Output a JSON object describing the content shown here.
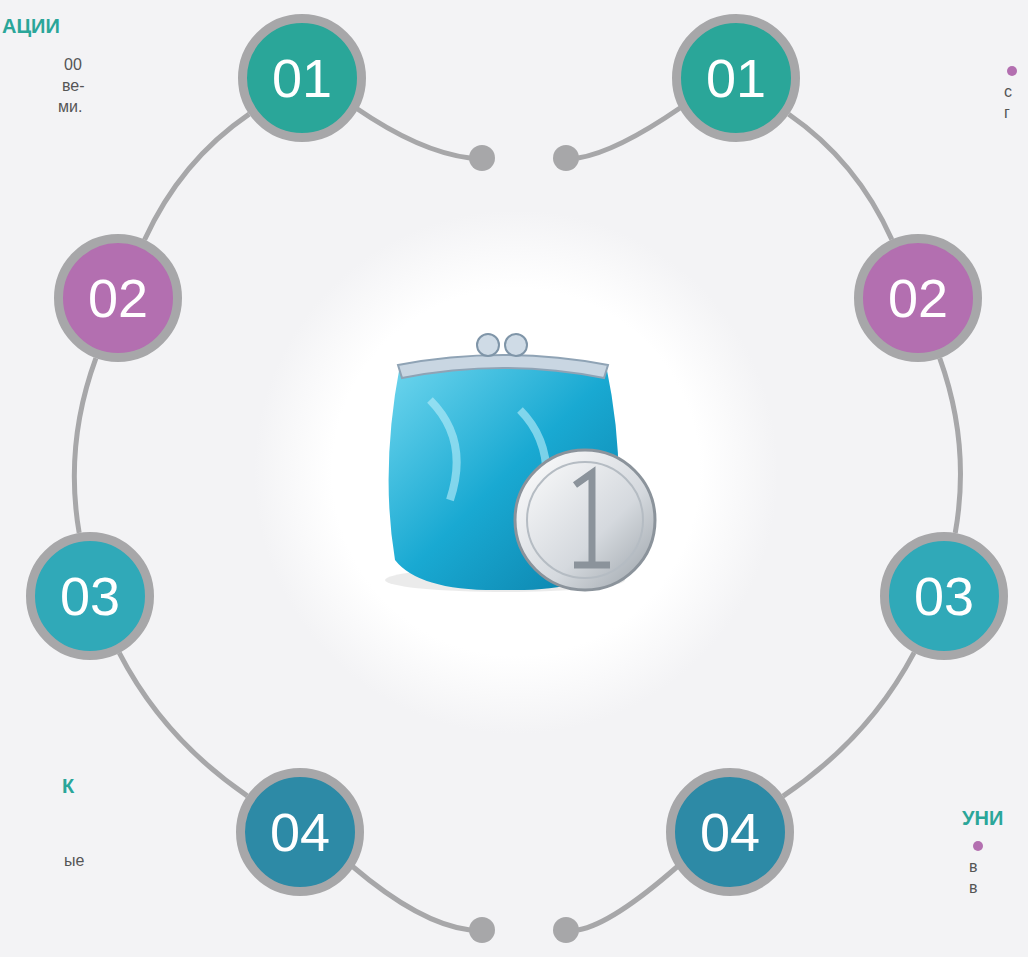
{
  "diagram": {
    "nodes": [
      {
        "text": [
          "01"
        ]
      },
      {
        "text": [
          "01"
        ]
      },
      {
        "text": [
          "02"
        ]
      },
      {
        "text": [
          "02"
        ]
      },
      {
        "text": [
          "03"
        ]
      },
      {
        "text": [
          "03"
        ]
      },
      {
        "text": [
          "04"
        ]
      },
      {
        "text": [
          "04"
        ]
      }
    ],
    "edges": [
      {
        "from": 0,
        "to": 2,
        "arrow": "none"
      },
      {
        "from": 2,
        "to": 4,
        "arrow": "none"
      },
      {
        "from": 4,
        "to": 6,
        "arrow": "none"
      },
      {
        "from": 1,
        "to": 3,
        "arrow": "none"
      },
      {
        "from": 3,
        "to": 5,
        "arrow": "none"
      },
      {
        "from": 5,
        "to": 7,
        "arrow": "none"
      }
    ],
    "labels": [
      "АЦИИ",
      "00",
      "ве-",
      "ми.",
      "с",
      "г",
      "К",
      "ые",
      "УНИ",
      "в",
      "в"
    ]
  }
}
